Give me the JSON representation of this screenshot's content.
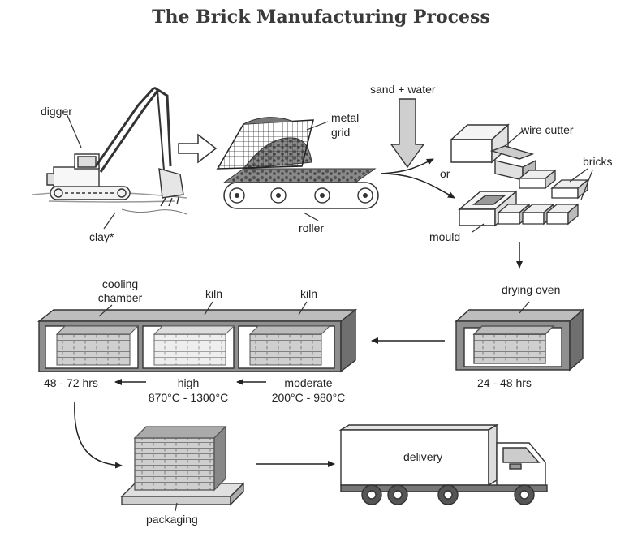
{
  "title": "The Brick Manufacturing Process",
  "labels": {
    "digger": "digger",
    "clay": "clay*",
    "metal_grid_1": "metal",
    "metal_grid_2": "grid",
    "roller": "roller",
    "sand_water": "sand + water",
    "wire_cutter": "wire cutter",
    "or": "or",
    "bricks": "bricks",
    "mould": "mould",
    "drying_oven": "drying oven",
    "drying_time": "24 - 48 hrs",
    "cooling_1": "cooling",
    "cooling_2": "chamber",
    "kiln_high": "kiln",
    "kiln_moderate": "kiln",
    "cooling_time": "48 - 72 hrs",
    "high_1": "high",
    "high_2": "870°C - 1300°C",
    "moderate_1": "moderate",
    "moderate_2": "200°C - 980°C",
    "delivery": "delivery",
    "packaging": "packaging"
  }
}
